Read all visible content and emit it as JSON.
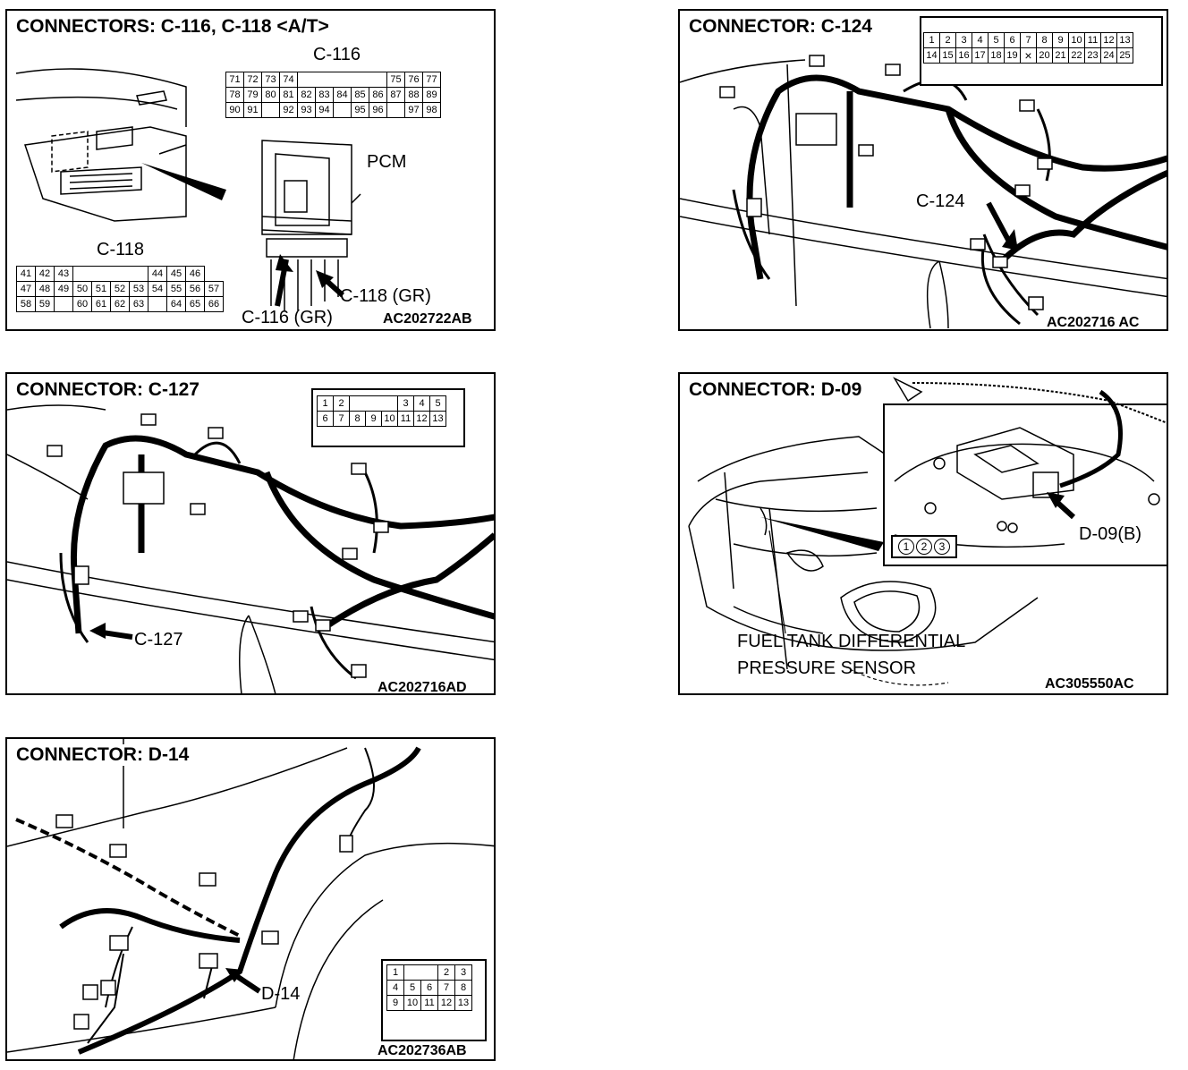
{
  "panels": {
    "c116": {
      "title": "CONNECTORS: C-116, C-118 <A/T>",
      "c116_label": "C-116",
      "c118_label": "C-118",
      "pcm_label": "PCM",
      "c118_callout": "C-118 (GR)",
      "c116_callout": "C-116 (GR)",
      "code": "AC202722AB",
      "c116_pins": [
        [
          "71",
          "72",
          "73",
          "74",
          "",
          "",
          "",
          "",
          "",
          "75",
          "76",
          "77"
        ],
        [
          "78",
          "79",
          "80",
          "81",
          "82",
          "83",
          "84",
          "85",
          "86",
          "87",
          "88",
          "89"
        ],
        [
          "90",
          "91",
          "",
          "92",
          "93",
          "94",
          "",
          "95",
          "96",
          "",
          "97",
          "98"
        ]
      ],
      "c118_pins": [
        [
          "41",
          "42",
          "43",
          "",
          "",
          "",
          "",
          "44",
          "45",
          "46"
        ],
        [
          "47",
          "48",
          "49",
          "50",
          "51",
          "52",
          "53",
          "54",
          "55",
          "56",
          "57"
        ],
        [
          "58",
          "59",
          "",
          "60",
          "61",
          "62",
          "63",
          "",
          "64",
          "65",
          "66"
        ]
      ]
    },
    "c124": {
      "title": "CONNECTOR: C-124",
      "callout": "C-124",
      "code": "AC202716 AC",
      "pins": [
        [
          "1",
          "2",
          "3",
          "4",
          "5",
          "6",
          "7",
          "8",
          "9",
          "10",
          "11",
          "12",
          "13"
        ],
        [
          "14",
          "15",
          "16",
          "17",
          "18",
          "19",
          "×",
          "20",
          "21",
          "22",
          "23",
          "24",
          "25"
        ]
      ]
    },
    "c127": {
      "title": "CONNECTOR: C-127",
      "callout": "C-127",
      "code": "AC202716AD",
      "pins": [
        [
          "1",
          "2",
          "",
          "",
          "",
          "3",
          "4",
          "5"
        ],
        [
          "6",
          "7",
          "8",
          "9",
          "10",
          "11",
          "12",
          "13"
        ]
      ]
    },
    "d09": {
      "title": "CONNECTOR: D-09",
      "callout": "D-09(B)",
      "sensor_line1": "FUEL TANK DIFFERENTIAL",
      "sensor_line2": "PRESSURE SENSOR",
      "code": "AC305550AC",
      "pins": [
        "1",
        "2",
        "3"
      ]
    },
    "d14": {
      "title": "CONNECTOR: D-14",
      "callout": "D-14",
      "code": "AC202736AB",
      "pins": [
        [
          "1",
          "",
          "",
          "2",
          "3"
        ],
        [
          "4",
          "5",
          "6",
          "7",
          "8"
        ],
        [
          "9",
          "10",
          "11",
          "12",
          "13"
        ]
      ]
    }
  }
}
